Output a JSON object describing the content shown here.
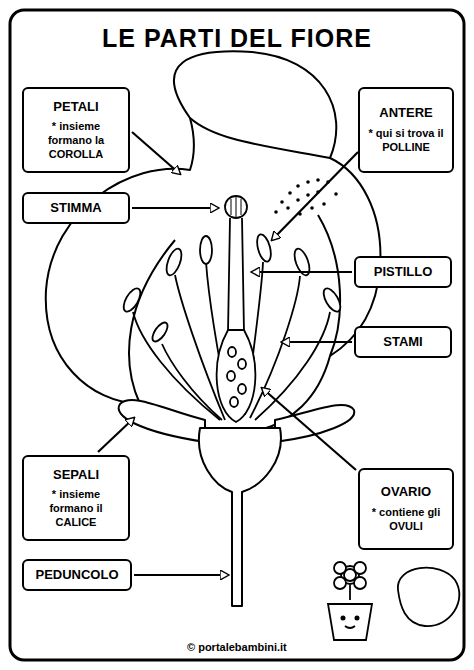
{
  "diagram": {
    "title": "LE PARTI DEL FIORE",
    "nodes": [
      {
        "text": [
          "PETALI",
          "* insieme formano la COROLLA"
        ]
      },
      {
        "text": [
          "ANTERE",
          "* qui si trova il POLLINE"
        ]
      },
      {
        "text": [
          "STIMMA"
        ]
      },
      {
        "text": [
          "PISTILLO"
        ]
      },
      {
        "text": [
          "STAMI"
        ]
      },
      {
        "text": [
          "SEPALI",
          "* insieme formano il CALICE"
        ]
      },
      {
        "text": [
          "OVARIO",
          "* contiene gli OVULI"
        ]
      },
      {
        "text": [
          "PEDUNCOLO"
        ]
      }
    ],
    "labels": [
      "© portalebambini.it"
    ]
  }
}
